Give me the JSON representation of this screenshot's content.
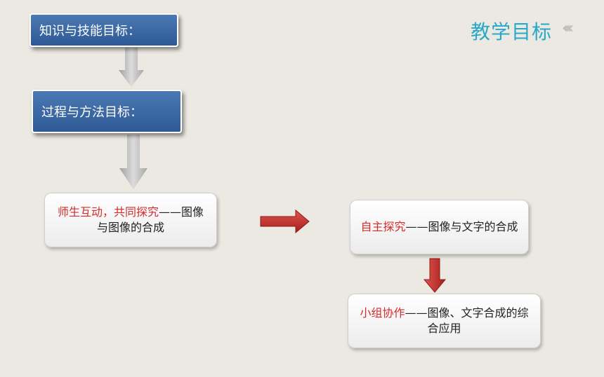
{
  "header": {
    "title": "教学目标",
    "decoration_icon": "chevrons-left-icon",
    "decoration_glyph": "‹‹‹‹"
  },
  "boxes": {
    "knowledge": {
      "label": "知识与技能目标："
    },
    "process": {
      "label": "过程与方法目标："
    },
    "interaction": {
      "highlight": "师生互动，共同探究",
      "rest": "——图像与图像的合成"
    },
    "self_explore": {
      "highlight": "自主探究",
      "rest": "——图像与文字的合成"
    },
    "group": {
      "highlight": "小组协作",
      "rest": "——图像、文字合成的综合应用"
    }
  },
  "colors": {
    "title": "#29a9c9",
    "blue_box": "#3a67a4",
    "highlight_text": "#d62b2b",
    "red_arrow": "#c9302c",
    "gray_arrow": "#b8b8b8"
  }
}
